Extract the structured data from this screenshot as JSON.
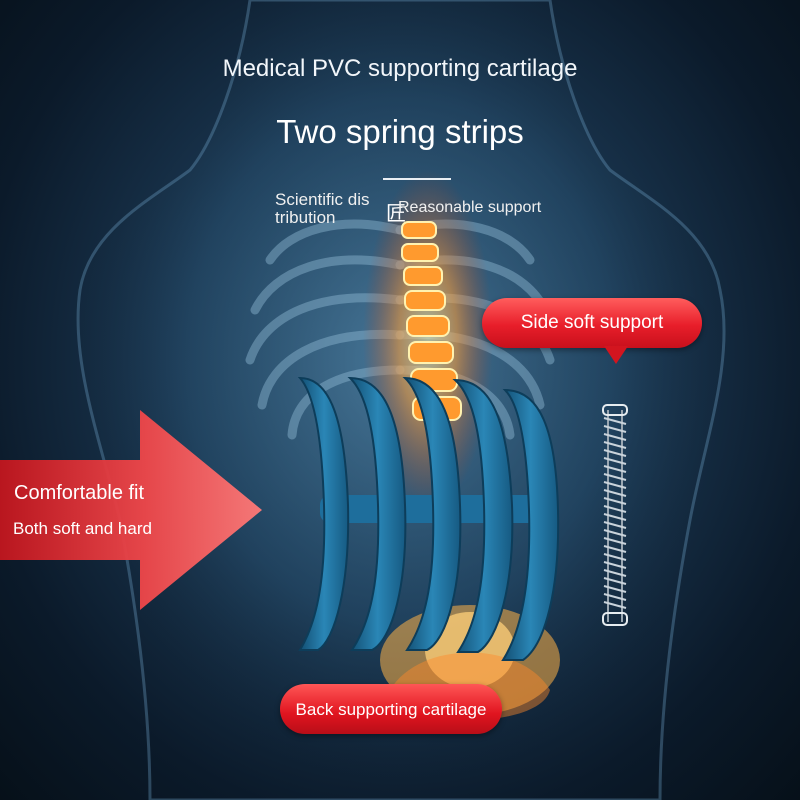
{
  "header": {
    "headline": "Medical PVC supporting cartilage",
    "subhead": "Two spring strips"
  },
  "features": {
    "left_line1": "Scientific dis",
    "left_line2": "tribution",
    "center_mark": "匠",
    "right": "Reasonable support"
  },
  "callouts": {
    "side_support": "Side soft support",
    "fit_title": "Comfortable fit",
    "fit_subtitle": "Both soft and hard",
    "back_cartilage": "Back supporting cartilage"
  },
  "colors": {
    "background": "#12283b",
    "accent_red": "#e81e2a",
    "strip_blue": "#1f77a8",
    "spine_orange": "#ff8a2a"
  },
  "icons": [
    "spring-coil-icon",
    "arrow-right-icon"
  ]
}
